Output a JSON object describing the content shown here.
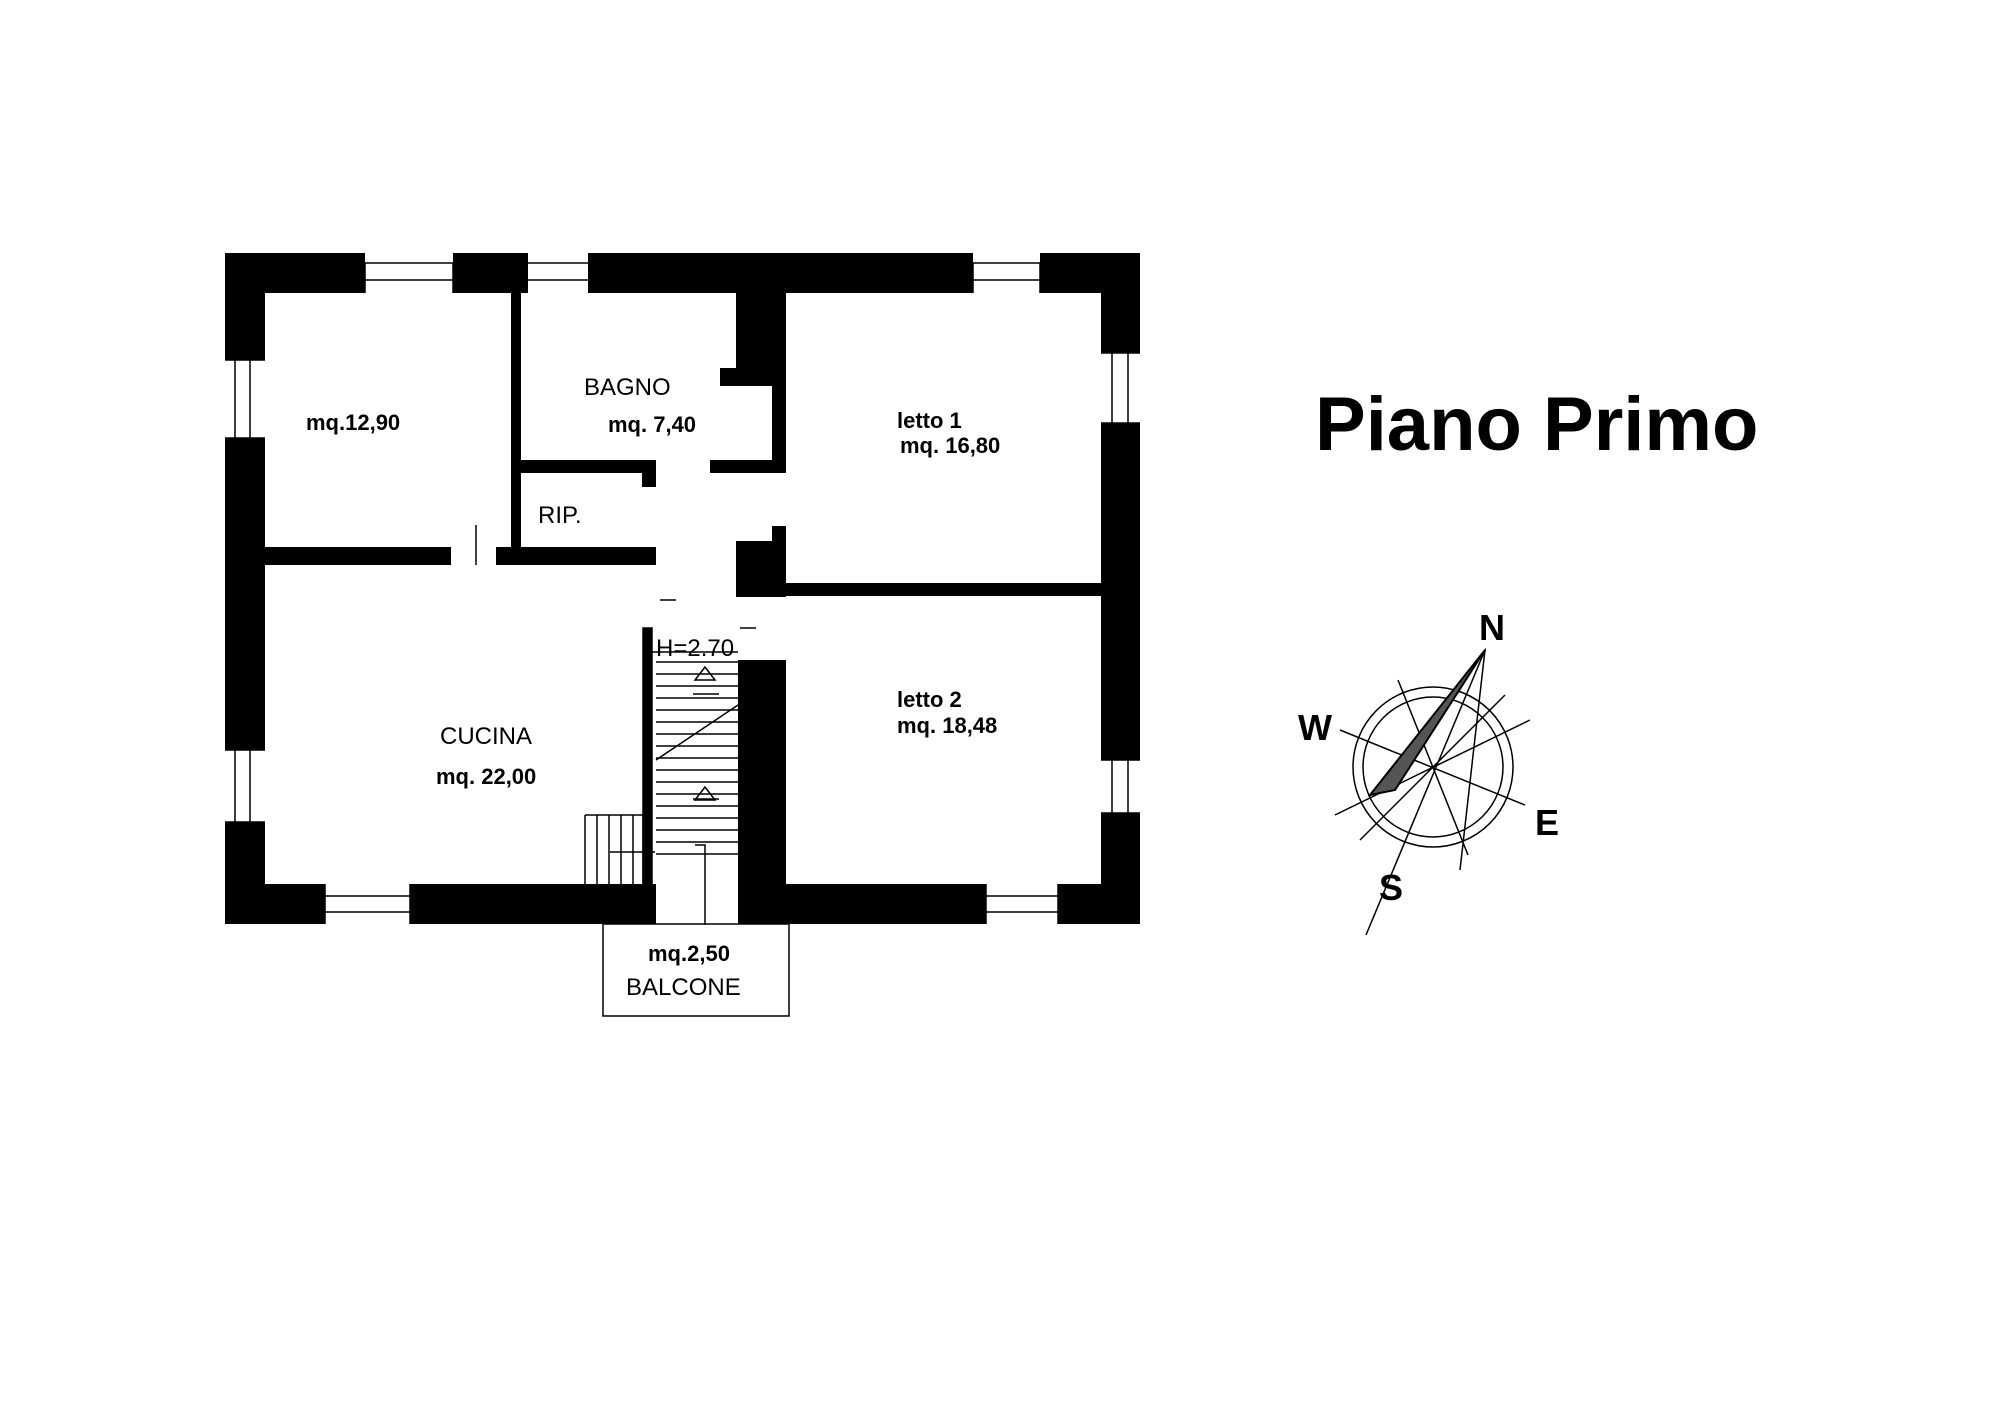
{
  "title": "Piano Primo",
  "rooms": {
    "room_nw_area": "mq.12,90",
    "bagno_name": "BAGNO",
    "bagno_area": "mq. 7,40",
    "letto1_name": "letto 1",
    "letto1_area": "mq. 16,80",
    "rip_name": "RIP.",
    "cucina_name": "CUCINA",
    "cucina_area": "mq. 22,00",
    "letto2_name": "letto 2",
    "letto2_area": "mq. 18,48",
    "balcone_area": "mq.2,50",
    "balcone_name": "BALCONE"
  },
  "height_note": "H=2.70",
  "compass": {
    "n": "N",
    "s": "S",
    "e": "E",
    "w": "W"
  }
}
